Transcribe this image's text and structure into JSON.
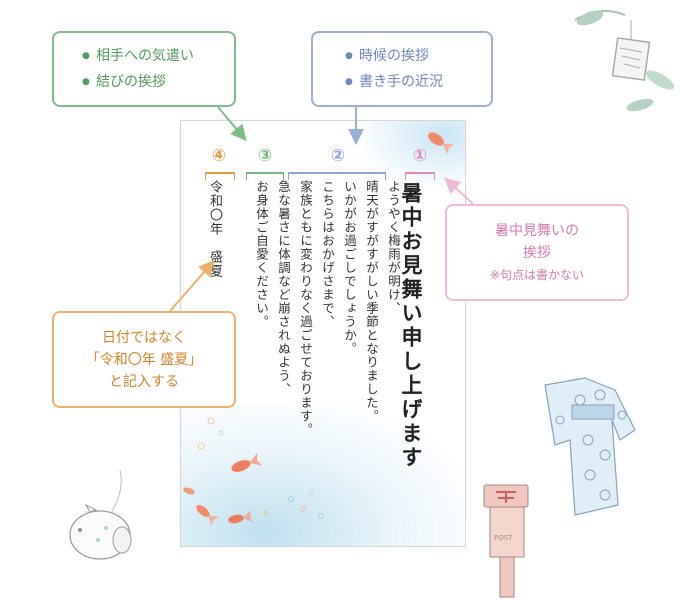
{
  "callouts": {
    "green": {
      "items": [
        "相手への気遣い",
        "結びの挨拶"
      ],
      "color": "#7bbf84"
    },
    "blue": {
      "items": [
        "時候の挨拶",
        "書き手の近況"
      ],
      "color": "#9aaed6"
    },
    "pink": {
      "line1": "暑中見舞いの",
      "line2": "挨拶",
      "note": "※句点は書かない",
      "color": "#efb9d9"
    },
    "orange": {
      "line1": "日付ではなく",
      "line2": "「令和〇年 盛夏」",
      "line3": "と記入する",
      "color": "#ecb06a"
    }
  },
  "card": {
    "numbers": [
      "①",
      "②",
      "③",
      "④"
    ],
    "title": "暑中お見舞い申し上げます",
    "body_lines": [
      "ようやく梅雨が明け、",
      "晴天がすがすがしい季節となりました。",
      "いかがお過ごしでしょうか。",
      "こちらはおかげさまで、",
      "家族ともに変わりなく過ごせております。",
      "急な暑さに体調など崩されぬよう、",
      "お身体ご自愛ください。"
    ],
    "date": "令和〇年　盛夏"
  },
  "decorations": {
    "postbox_label": "POST",
    "items": [
      "wind-chime-icon",
      "yukata-icon",
      "postbox-icon",
      "mosquito-pig-icon",
      "goldfish-icon"
    ]
  },
  "colors": {
    "num1": "#e58ab8",
    "num2": "#8aa3d4",
    "num3": "#72b87c",
    "num4": "#e59a3f"
  }
}
